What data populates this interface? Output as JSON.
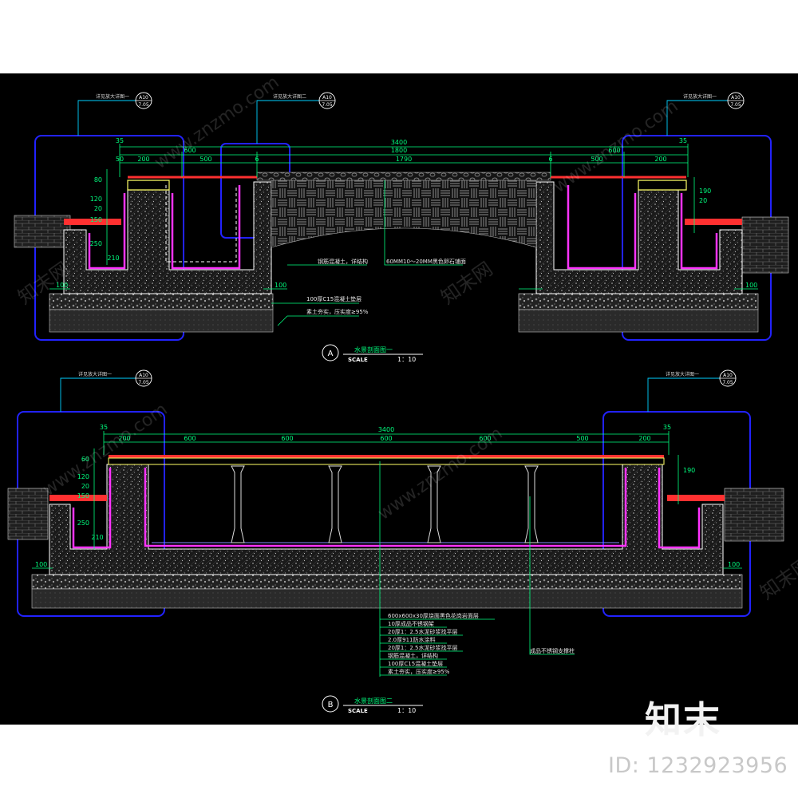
{
  "section_a": {
    "title": "水景剖面图一",
    "scale_label": "SCALE",
    "scale_value": "1：10",
    "marker": "A",
    "callout_ref": "A10",
    "callout_sheet": "7.05",
    "callout_left": "详见放大详图一",
    "callout_mid": "详见放大详图二",
    "callout_right": "详见放大详图一",
    "dims": {
      "total": "3400",
      "left_600": "600",
      "right_600": "600",
      "d35_left": "35",
      "d35_right": "35",
      "d50": "50",
      "d200_left": "200",
      "d500_left": "500",
      "d6_left": "6",
      "d1790": "1790",
      "d6_right": "6",
      "d500_right": "500",
      "d200_right": "200",
      "v80": "80",
      "v120": "120",
      "v20": "20",
      "v150": "150",
      "v250": "250",
      "v210": "210",
      "r190": "190",
      "r20": "20",
      "b100_left": "100",
      "b100_mid": "100",
      "b100_right": "100"
    },
    "notes": {
      "wall": "钢筋混凝土，详结构",
      "pebble": "60MM10～20MM黑色卵石铺面",
      "c15": "100厚C15混凝土垫层",
      "soil": "素土夯实，压实度≥95%"
    }
  },
  "section_b": {
    "title": "水景剖面图二",
    "scale_label": "SCALE",
    "scale_value": "1：10",
    "marker": "B",
    "callout_ref": "A10",
    "callout_sheet": "7.05",
    "callout_left": "详见放大详图一",
    "callout_right": "详见放大详图一",
    "dims": {
      "total": "3400",
      "d35_left": "35",
      "d35_right": "35",
      "d200_left": "200",
      "d600_1": "600",
      "d600_2": "600",
      "d600_3": "600",
      "d600_4": "600",
      "d500_right": "500",
      "d200_right": "200",
      "v60": "60",
      "v120": "120",
      "v20": "20",
      "v150": "150",
      "v250": "250",
      "v210": "210",
      "r190": "190",
      "b100_left": "100",
      "b100_right": "100"
    },
    "notes": {
      "line1": "600x600x30厚烧面黑色花岗岩面层",
      "line2": "10厚成品不锈钢架",
      "line3": "20厚1：2.5水泥砂浆找平层",
      "line4": "2.0厚911防水涂料",
      "line5": "20厚1：2.5水泥砂浆找平层",
      "line6": "钢筋混凝土，详结构",
      "line7": "100厚C15混凝土垫层",
      "line8": "素土夯实，压实度≥95%",
      "support": "成品不锈钢支撑柱"
    }
  },
  "watermark": {
    "site": "www.znzmo.com",
    "cn": "知末网"
  },
  "brand": "知末",
  "id_text": "ID: 1232923956",
  "colors": {
    "background": "#000000",
    "dimension": "#00ff7f",
    "concrete_outline": "#ffffff",
    "waterproof": "#ff33ff",
    "detail_frame": "#2222ff",
    "callout": "#00d0ff",
    "paving": "#ff3030",
    "finish": "#ffff66"
  }
}
